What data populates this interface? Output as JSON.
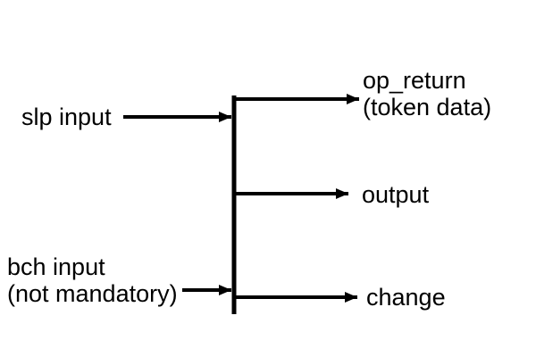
{
  "colors": {
    "background": "#ffffff",
    "stroke": "#000000"
  },
  "diagram": {
    "description_visible_elements": "vertical transaction spine with input arrows on left and output arrows on right",
    "inputs": {
      "slp_input": {
        "label": "slp input"
      },
      "bch_input": {
        "label_line1": "bch input",
        "label_line2": "(not mandatory)"
      }
    },
    "outputs": {
      "op_return": {
        "label_line1": "op_return",
        "label_line2": "(token data)"
      },
      "output": {
        "label": "output"
      },
      "change": {
        "label": "change"
      }
    }
  }
}
